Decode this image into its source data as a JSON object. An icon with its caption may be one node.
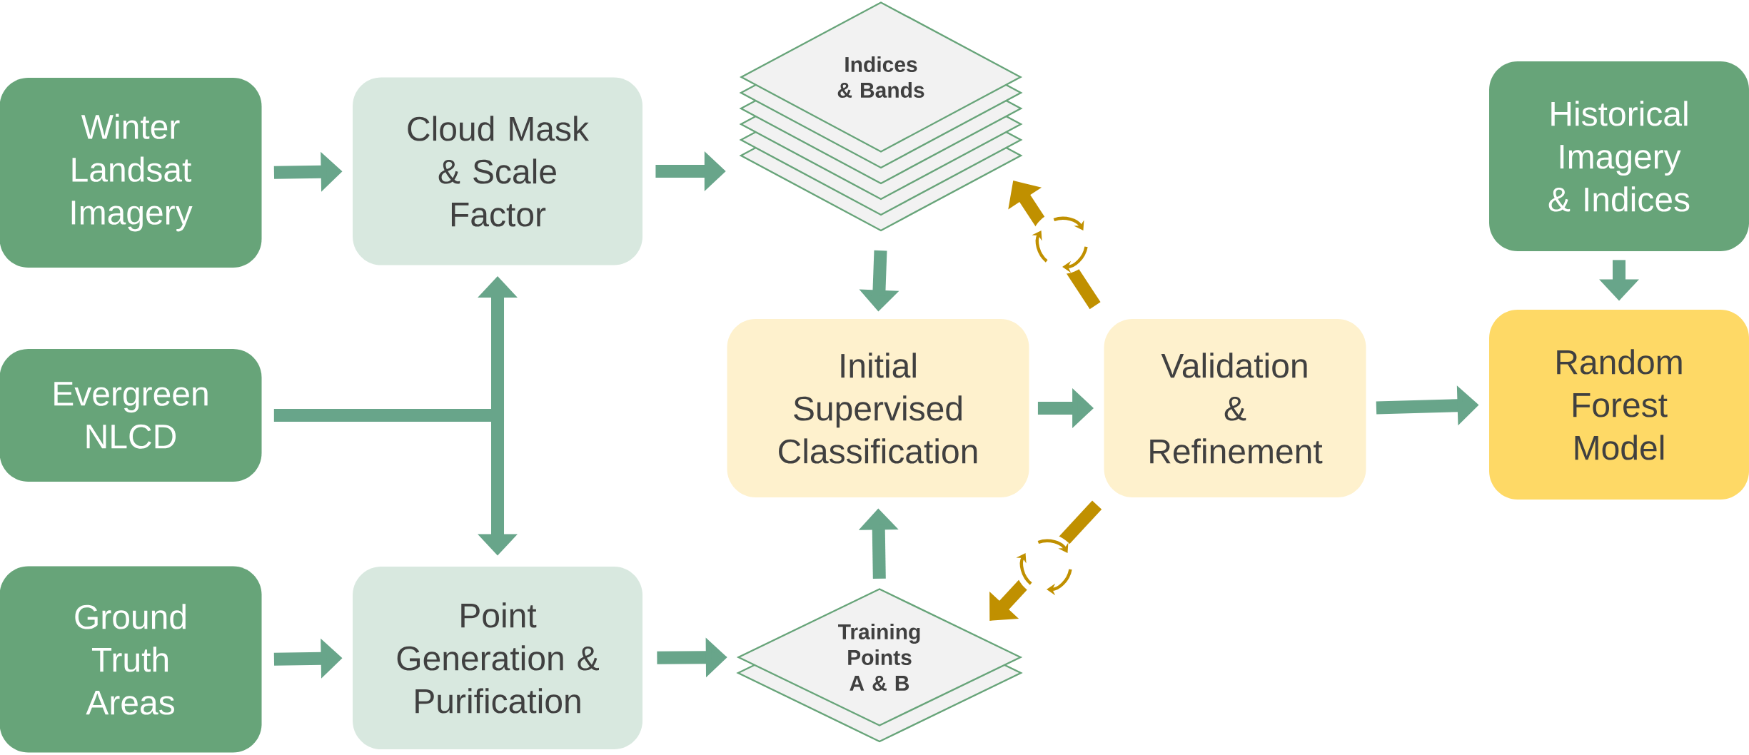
{
  "diagram": {
    "nodes": [
      {
        "text": [
          "Winter Landsat Imagery"
        ]
      },
      {
        "text": [
          "Cloud Mask & Scale Factor"
        ]
      },
      {
        "text": [
          "Evergreen NLCD"
        ]
      },
      {
        "text": [
          "Ground Truth Areas"
        ]
      },
      {
        "text": [
          "Point Generation & Purification"
        ]
      },
      {
        "text": [
          "Indices & Bands"
        ]
      },
      {
        "text": [
          "Training Points A & B"
        ]
      },
      {
        "text": [
          "Initial Supervised Classification"
        ]
      },
      {
        "text": [
          "Validation & Refinement"
        ]
      },
      {
        "text": [
          "Historical Imagery & Indices"
        ]
      },
      {
        "text": [
          "Random Forest Model"
        ]
      }
    ],
    "edges": [
      {
        "from": 0,
        "to": 1,
        "arrow": "to"
      },
      {
        "from": 1,
        "to": 5,
        "arrow": "to"
      },
      {
        "from": 2,
        "to": 1,
        "arrow": "to"
      },
      {
        "from": 2,
        "to": 4,
        "arrow": "to"
      },
      {
        "from": 3,
        "to": 4,
        "arrow": "to"
      },
      {
        "from": 4,
        "to": 6,
        "arrow": "to"
      },
      {
        "from": 5,
        "to": 7,
        "arrow": "to"
      },
      {
        "from": 6,
        "to": 7,
        "arrow": "to"
      },
      {
        "from": 7,
        "to": 8,
        "arrow": "to"
      },
      {
        "from": 8,
        "to": 10,
        "arrow": "to"
      },
      {
        "from": 9,
        "to": 10,
        "arrow": "to"
      },
      {
        "from": 8,
        "to": 5,
        "arrow": "to",
        "color": "#c09000"
      },
      {
        "from": 8,
        "to": 6,
        "arrow": "to",
        "color": "#c09000"
      }
    ]
  }
}
